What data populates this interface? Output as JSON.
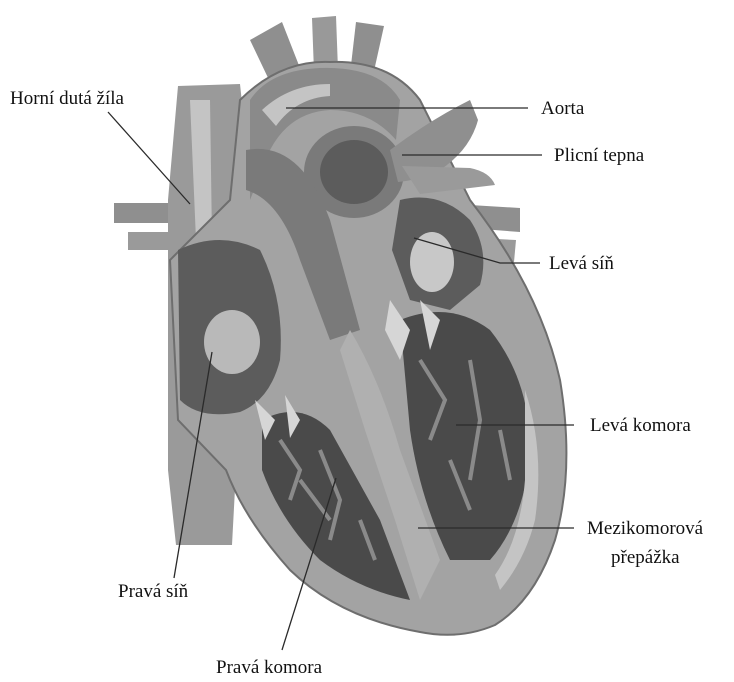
{
  "labels": {
    "superior_vena_cava": "Horní dutá žíla",
    "aorta": "Aorta",
    "pulmonary_artery": "Plicní tepna",
    "left_atrium": "Levá síň",
    "left_ventricle": "Levá komora",
    "septum_line1": "Mezikomorová",
    "septum_line2": "přepážka",
    "right_atrium": "Pravá síň",
    "right_ventricle": "Pravá komora"
  },
  "colors": {
    "background": "#ffffff",
    "outline": "#6e6e6e",
    "wall": "#a3a3a3",
    "wall_light": "#c4c4c4",
    "chamber": "#5c5c5c",
    "chamber_dark": "#4a4a4a",
    "highlight": "#d6d6d6",
    "vessel": "#8f8f8f",
    "label_text": "#111111"
  }
}
